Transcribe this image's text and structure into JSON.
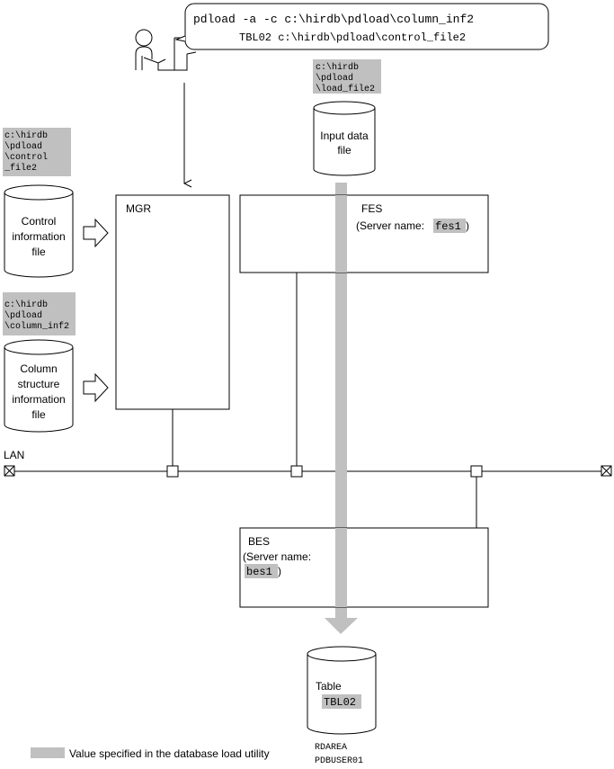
{
  "command": {
    "line1": "pdload -a -c c:\\hirdb\\pdload\\column_inf2",
    "line2": "TBL02 c:\\hirdb\\pdload\\control_file2"
  },
  "load_file_path": [
    "c:\\hirdb",
    "\\pdload",
    "\\load_file2"
  ],
  "input_data_file": [
    "Input data",
    "file"
  ],
  "control_file_path": [
    "c:\\hirdb",
    "\\pdload",
    "\\control",
    "_file2"
  ],
  "control_file": [
    "Control",
    "information",
    "file"
  ],
  "column_file_path": [
    "c:\\hirdb",
    "\\pdload",
    "\\column_inf2"
  ],
  "column_file": [
    "Column",
    "structure",
    "information",
    "file"
  ],
  "mgr": {
    "label": "MGR"
  },
  "fes": {
    "label": "FES",
    "server_prefix": "(Server name: ",
    "server_name": "fes1",
    "suffix": ")"
  },
  "bes": {
    "label": "BES",
    "server_prefix": "(Server name:",
    "server_name": "bes1",
    "suffix": ")"
  },
  "lan": {
    "label": "LAN"
  },
  "table": {
    "label": "Table",
    "name": "TBL02"
  },
  "rdarea": {
    "label": "RDAREA",
    "name": "PDBUSER01"
  },
  "legend": {
    "text": "Value specified in the database load utility",
    "color": "#c0c0c0"
  }
}
